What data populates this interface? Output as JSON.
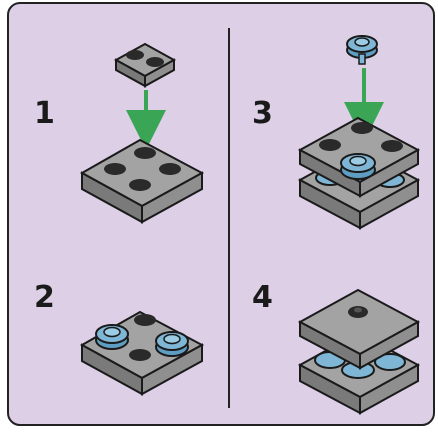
{
  "steps": [
    {
      "number": "1"
    },
    {
      "number": "2"
    },
    {
      "number": "3"
    },
    {
      "number": "4"
    }
  ],
  "colors": {
    "background": "#dccfe6",
    "border": "#222222",
    "brick_gray": "#8f8f8f",
    "brick_gray_side": "#6e6e6e",
    "stud_black": "#2a2a2a",
    "round_blue": "#7fb6d6",
    "arrow_green": "#3aa655"
  }
}
